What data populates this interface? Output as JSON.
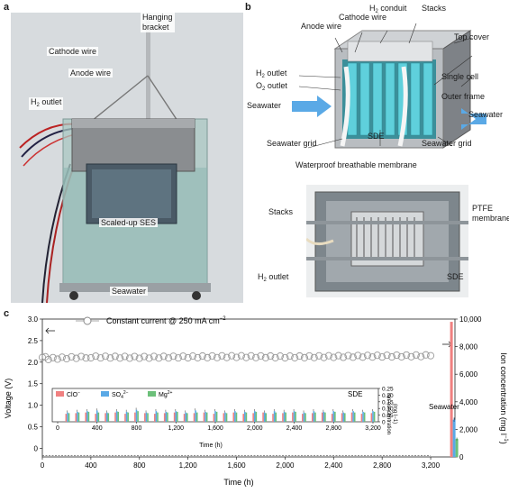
{
  "panels": {
    "a": "a",
    "b": "b",
    "c": "c"
  },
  "panel_a": {
    "hanging_bracket_l1": "Hanging",
    "hanging_bracket_l2": "bracket",
    "cathode_wire": "Cathode wire",
    "anode_wire": "Anode wire",
    "h2_outlet_pre": "H",
    "h2_outlet_sub": "2",
    "h2_outlet_post": " outlet",
    "scaled_ses": "Scaled-up SES",
    "seawater": "Seawater"
  },
  "panel_b_top": {
    "h2_conduit_pre": "H",
    "h2_conduit_sub": "2",
    "h2_conduit_post": " conduit",
    "stacks": "Stacks",
    "cathode_wire": "Cathode wire",
    "anode_wire": "Anode wire",
    "top_cover": "Top cover",
    "h2_outlet_pre": "H",
    "h2_outlet_sub": "2",
    "h2_outlet_post": " outlet",
    "o2_outlet_pre": "O",
    "o2_outlet_sub": "2",
    "o2_outlet_post": " outlet",
    "single_cell": "Single cell",
    "outer_frame": "Outer frame",
    "seawater_left": "Seawater",
    "seawater_right": "Seawater",
    "sde": "SDE",
    "seawater_grid_left": "Seawater grid",
    "seawater_grid_right": "Seawater grid",
    "membrane": "Waterproof breathable membrane"
  },
  "panel_b_bottom": {
    "stacks": "Stacks",
    "ptfe_l1": "PTFE",
    "ptfe_l2": "membrane",
    "h2_outlet_pre": "H",
    "h2_outlet_sub": "2",
    "h2_outlet_post": " outlet",
    "sde": "SDE"
  },
  "colors": {
    "voltage": "#9a9a9a",
    "clo": "#f08080",
    "so4": "#5aa9e6",
    "mg": "#6cc07a"
  },
  "chart_data": {
    "type": "line",
    "legend": "Constant current @ 250 mA cm",
    "legend_sup": "−2",
    "xlabel": "Time (h)",
    "ylabel_left": "Voltage (V)",
    "ylabel_right_pre": "Ion concentration (mg l",
    "ylabel_right_sup": "−1",
    "ylabel_right_post": ")",
    "x_ticks": [
      "0",
      "400",
      "800",
      "1,200",
      "1,600",
      "2,000",
      "2,400",
      "2,800",
      "3,200"
    ],
    "x_tick_values": [
      0,
      400,
      800,
      1200,
      1600,
      2000,
      2400,
      2800,
      3200
    ],
    "y_left_ticks": [
      "0",
      "0.5",
      "1.0",
      "1.5",
      "2.0",
      "2.5",
      "3.0"
    ],
    "y_left_values": [
      0,
      0.5,
      1.0,
      1.5,
      2.0,
      2.5,
      3.0
    ],
    "y_right_ticks": [
      "0",
      "2,000",
      "4,000",
      "6,000",
      "8,000",
      "10,000"
    ],
    "y_right_values": [
      0,
      2000,
      4000,
      6000,
      8000,
      10000
    ],
    "xlim": [
      0,
      3400
    ],
    "ylim_left": [
      -0.2,
      3.0
    ],
    "ylim_right": [
      0,
      10000
    ],
    "series": [
      {
        "name": "Constant current @ 250 mA cm−2",
        "x": [
          0,
          50,
          200,
          400,
          800,
          1200,
          1600,
          2000,
          2400,
          2800,
          3200
        ],
        "y": [
          2.13,
          2.08,
          2.1,
          2.12,
          2.11,
          2.12,
          2.13,
          2.12,
          2.13,
          2.14,
          2.15
        ]
      }
    ],
    "seawater_bar": {
      "label": "Seawater",
      "clo": 9800,
      "so4": 2700,
      "mg": 1300,
      "so4_err": 150,
      "mg_err": 100
    },
    "inset": {
      "legend": [
        {
          "label_pre": "ClO",
          "label_sup": "−"
        },
        {
          "label_pre": "SO",
          "label_sub": "4",
          "label_sup": "2−"
        },
        {
          "label_pre": "Mg",
          "label_sup": "2+"
        }
      ],
      "tag": "SDE",
      "xlabel": "Time (h)",
      "ylabel": "Ion concentration",
      "ylabel_unit": "(mg l−1)",
      "x_ticks": [
        "0",
        "400",
        "800",
        "1,200",
        "1,600",
        "2,000",
        "2,400",
        "2,800",
        "3,200"
      ],
      "x_tick_values": [
        0,
        400,
        800,
        1200,
        1600,
        2000,
        2400,
        2800,
        3200
      ],
      "y_ticks": [
        "0",
        "0.05",
        "0.10",
        "0.15",
        "0.20",
        "0.25"
      ],
      "y_tick_values": [
        0,
        0.05,
        0.1,
        0.15,
        0.2,
        0.25
      ],
      "ylim": [
        0,
        0.25
      ],
      "xlim": [
        0,
        3200
      ],
      "samples_x": [
        100,
        200,
        300,
        400,
        500,
        600,
        700,
        800,
        900,
        1000,
        1100,
        1200,
        1300,
        1400,
        1500,
        1600,
        1700,
        1800,
        1900,
        2000,
        2100,
        2200,
        2300,
        2400,
        2500,
        2600,
        2700,
        2800,
        2900,
        3000,
        3100,
        3200
      ],
      "clo": [
        0.06,
        0.065,
        0.07,
        0.06,
        0.065,
        0.07,
        0.06,
        0.07,
        0.065,
        0.06,
        0.065,
        0.07,
        0.06,
        0.065,
        0.07,
        0.06,
        0.065,
        0.07,
        0.06,
        0.065,
        0.07,
        0.06,
        0.065,
        0.07,
        0.06,
        0.065,
        0.07,
        0.06,
        0.065,
        0.07,
        0.06,
        0.065
      ],
      "so4": [
        0.07,
        0.075,
        0.08,
        0.085,
        0.07,
        0.08,
        0.075,
        0.09,
        0.07,
        0.08,
        0.075,
        0.08,
        0.07,
        0.085,
        0.075,
        0.08,
        0.07,
        0.08,
        0.075,
        0.08,
        0.07,
        0.08,
        0.075,
        0.08,
        0.07,
        0.08,
        0.075,
        0.08,
        0.07,
        0.08,
        0.075,
        0.08
      ],
      "mg": [
        0.065,
        0.07,
        0.075,
        0.07,
        0.065,
        0.075,
        0.07,
        0.08,
        0.065,
        0.07,
        0.07,
        0.075,
        0.065,
        0.07,
        0.07,
        0.075,
        0.065,
        0.07,
        0.07,
        0.075,
        0.065,
        0.07,
        0.07,
        0.075,
        0.065,
        0.07,
        0.07,
        0.075,
        0.065,
        0.07,
        0.07,
        0.075
      ]
    }
  }
}
